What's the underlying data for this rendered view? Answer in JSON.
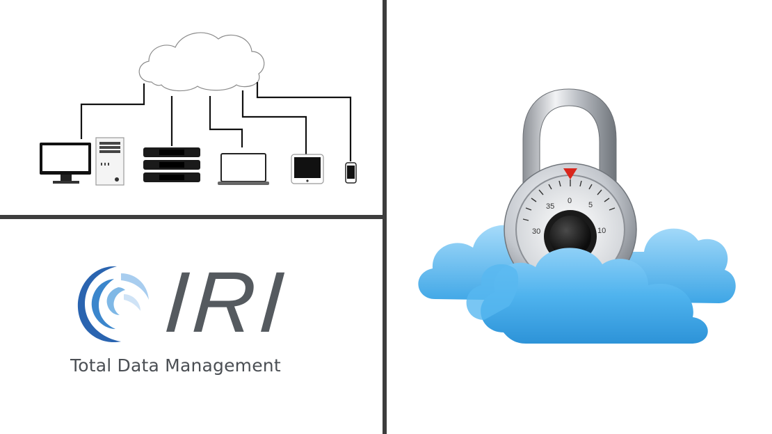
{
  "logo": {
    "wordmark": "IRI",
    "tagline": "Total Data Management"
  },
  "lock": {
    "dial_numbers": [
      "35",
      "0",
      "5",
      "10",
      "30"
    ]
  },
  "network": {
    "devices": [
      "monitor-icon",
      "tower-server-icon",
      "rack-server-icon",
      "laptop-icon",
      "tablet-icon",
      "phone-icon"
    ]
  },
  "colors": {
    "divider": "#3d3d3d",
    "logo_blue": "#2a64b0",
    "wordmark_gray": "#555a5f",
    "cloud_blue": "#3aa3e4",
    "dial_red": "#d9261c"
  }
}
